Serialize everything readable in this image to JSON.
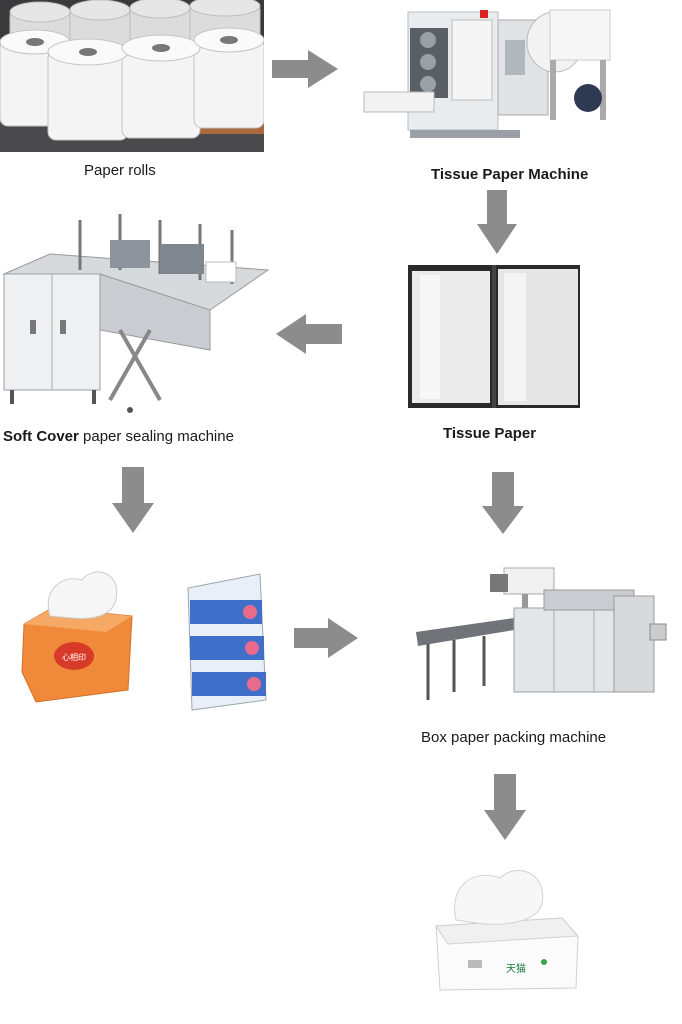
{
  "steps": {
    "paper_rolls": {
      "label": "Paper rolls"
    },
    "tissue_machine": {
      "label": "Tissue Paper Machine"
    },
    "tissue_paper": {
      "label": "Tissue Paper"
    },
    "sealing_machine": {
      "label_bold": "Soft Cover",
      "label_rest": " paper sealing machine"
    },
    "packing_machine": {
      "label": "Box paper packing machine"
    }
  },
  "packs": {
    "soft_pack_brand": "心相印",
    "box_brand": "天猫"
  },
  "colors": {
    "arrow": "#8c8c8c",
    "roll_white": "#f4f4f4",
    "machine_grey": "#cfd3d6",
    "steel": "#9aa0a6",
    "orange_pack": "#f08a3a",
    "blue_pack": "#3f6fc8"
  }
}
